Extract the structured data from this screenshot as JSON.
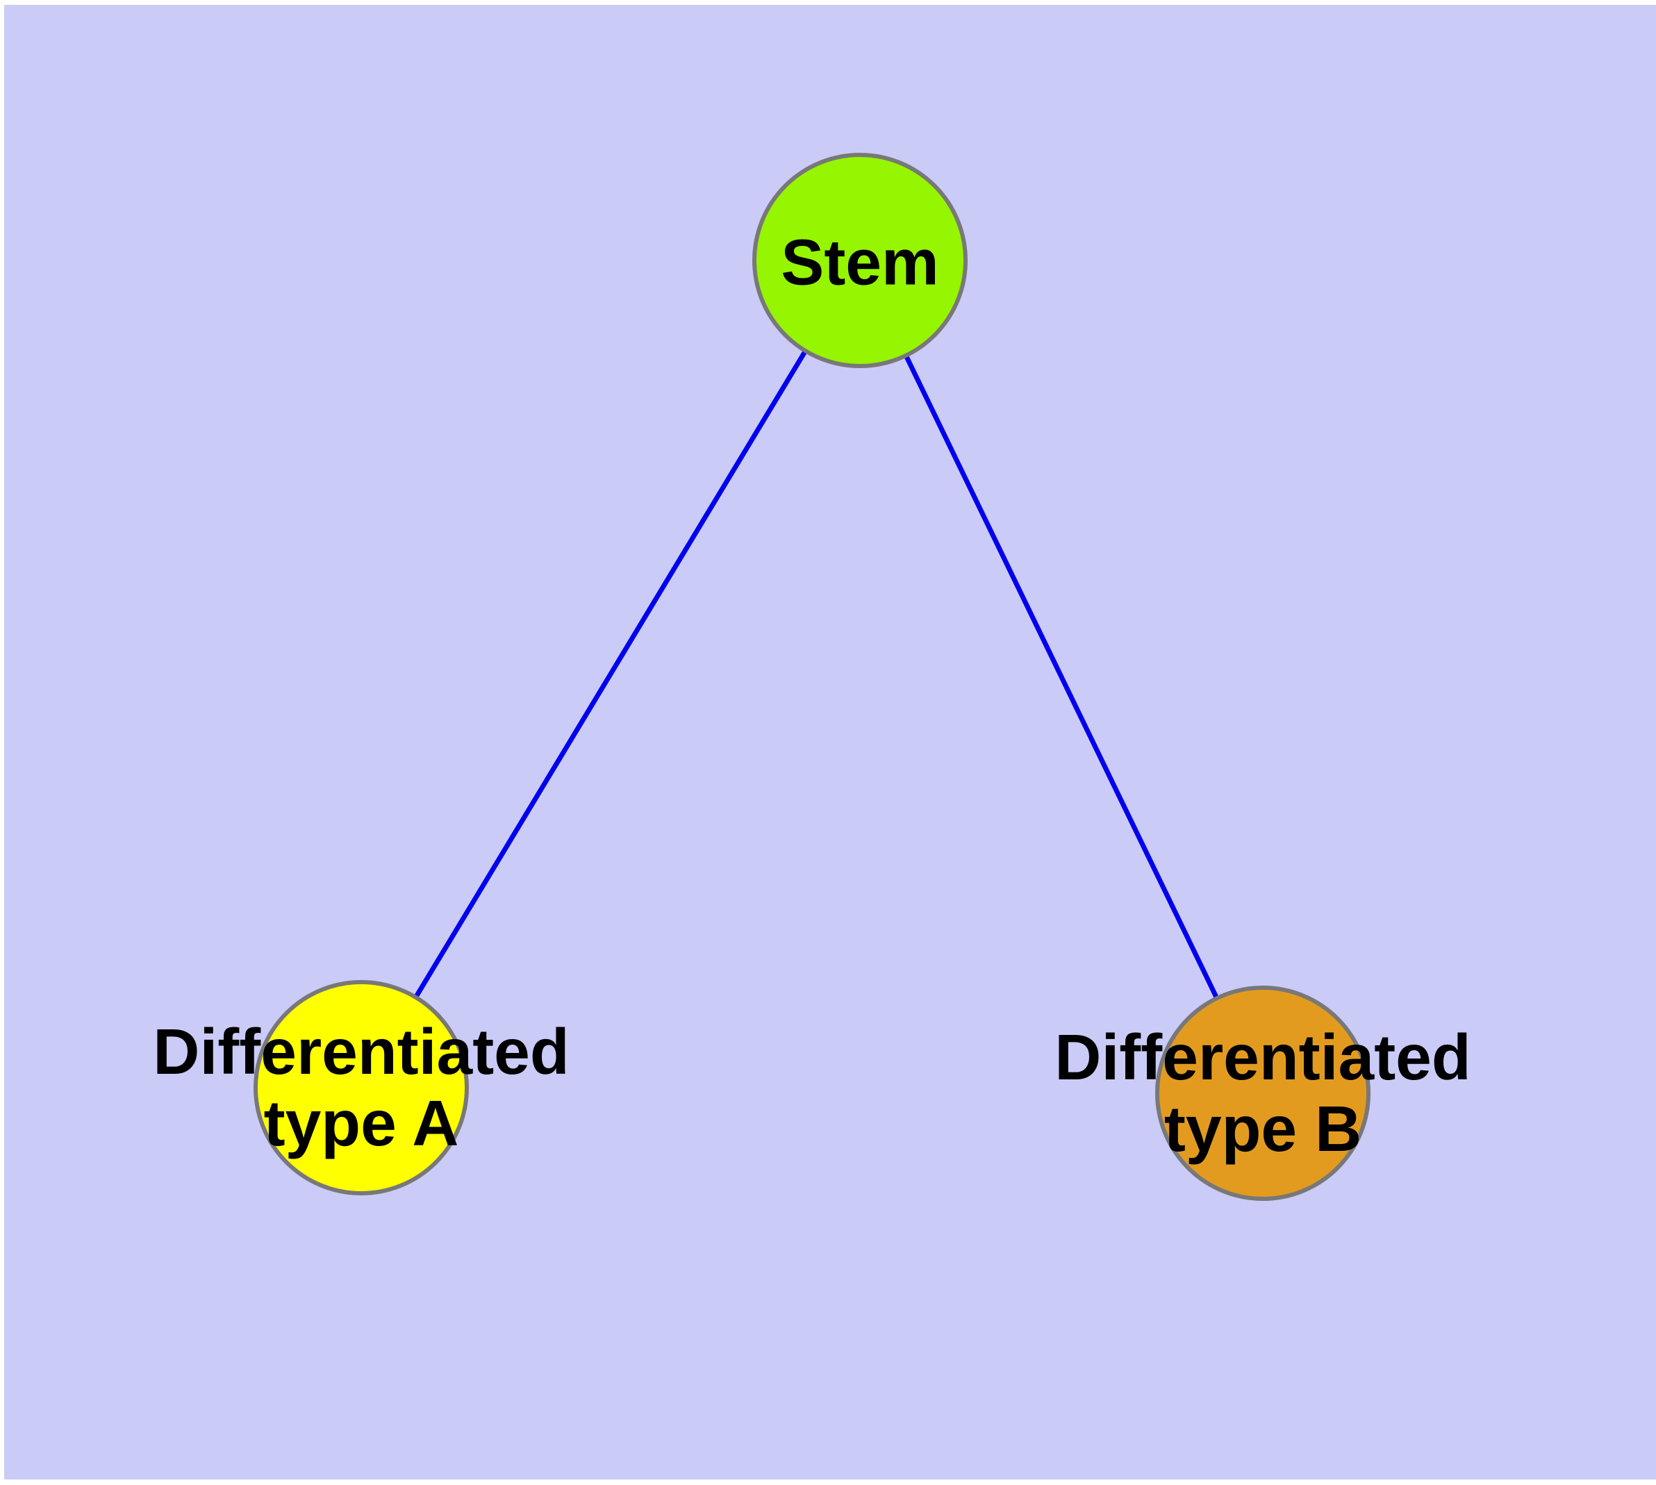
{
  "diagram": {
    "type": "node-link-graph",
    "node_count": 3,
    "edge_count": 2
  },
  "colors": {
    "background": "#CBCBF8",
    "page_margin": "#FFFFFF",
    "edge": "#0000EE",
    "node_border": "#787878",
    "label_text": "#000000"
  },
  "nodes": {
    "stem": {
      "label": "Stem",
      "color": "#96F500"
    },
    "type_a": {
      "label_line1": "Differentiated",
      "label_line2": "type A",
      "color": "#FFFF00"
    },
    "type_b": {
      "label_line1": "Differentiated",
      "label_line2": "type B",
      "color": "#E39B1F"
    }
  },
  "edges": [
    {
      "from": "Stem",
      "to": "Differentiated type A"
    },
    {
      "from": "Stem",
      "to": "Differentiated type B"
    }
  ]
}
